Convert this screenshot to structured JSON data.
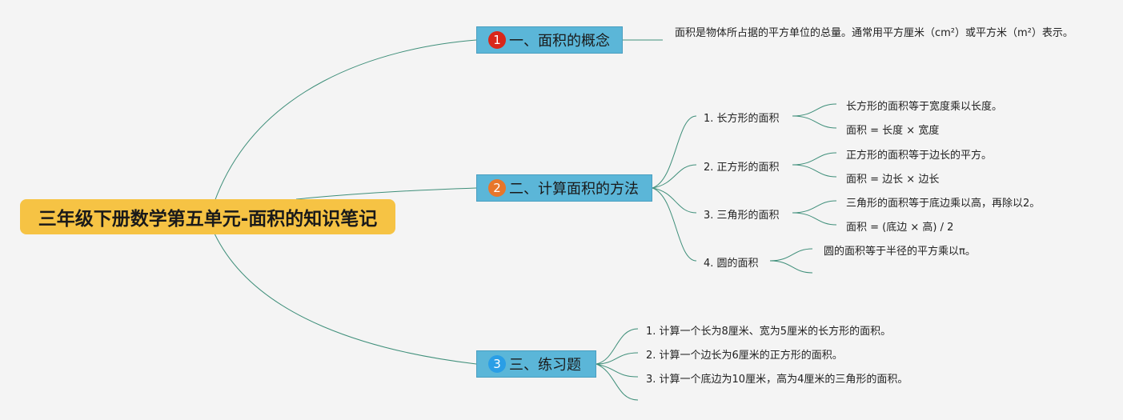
{
  "root": {
    "title": "三年级下册数学第五单元-面积的知识笔记"
  },
  "branches": [
    {
      "badge": "1",
      "badge_color": "#d9271a",
      "label": "一、面积的概念",
      "note": "面积是物体所占据的平方单位的总量。通常用平方厘米（cm²）或平方米（m²）表示。"
    },
    {
      "badge": "2",
      "badge_color": "#e8762a",
      "label": "二、计算面积的方法",
      "items": [
        {
          "label": "1. 长方形的面积",
          "details": [
            "长方形的面积等于宽度乘以长度。",
            "面积 = 长度 × 宽度"
          ]
        },
        {
          "label": "2. 正方形的面积",
          "details": [
            "正方形的面积等于边长的平方。",
            "面积 = 边长 × 边长"
          ]
        },
        {
          "label": "3. 三角形的面积",
          "details": [
            "三角形的面积等于底边乘以高，再除以2。",
            "面积 = (底边 × 高) / 2"
          ]
        },
        {
          "label": "4. 圆的面积",
          "details": [
            "圆的面积等于半径的平方乘以π。"
          ]
        }
      ]
    },
    {
      "badge": "3",
      "badge_color": "#2a9ee6",
      "label": "三、练习题",
      "items": [
        "1. 计算一个长为8厘米、宽为5厘米的长方形的面积。",
        "2. 计算一个边长为6厘米的正方形的面积。",
        "3. 计算一个底边为10厘米，高为4厘米的三角形的面积。"
      ]
    }
  ],
  "colors": {
    "root_fill": "#f6c344",
    "branch_fill": "#5bb6d8",
    "line": "#3f8f7a",
    "background": "#f4f4f4"
  }
}
